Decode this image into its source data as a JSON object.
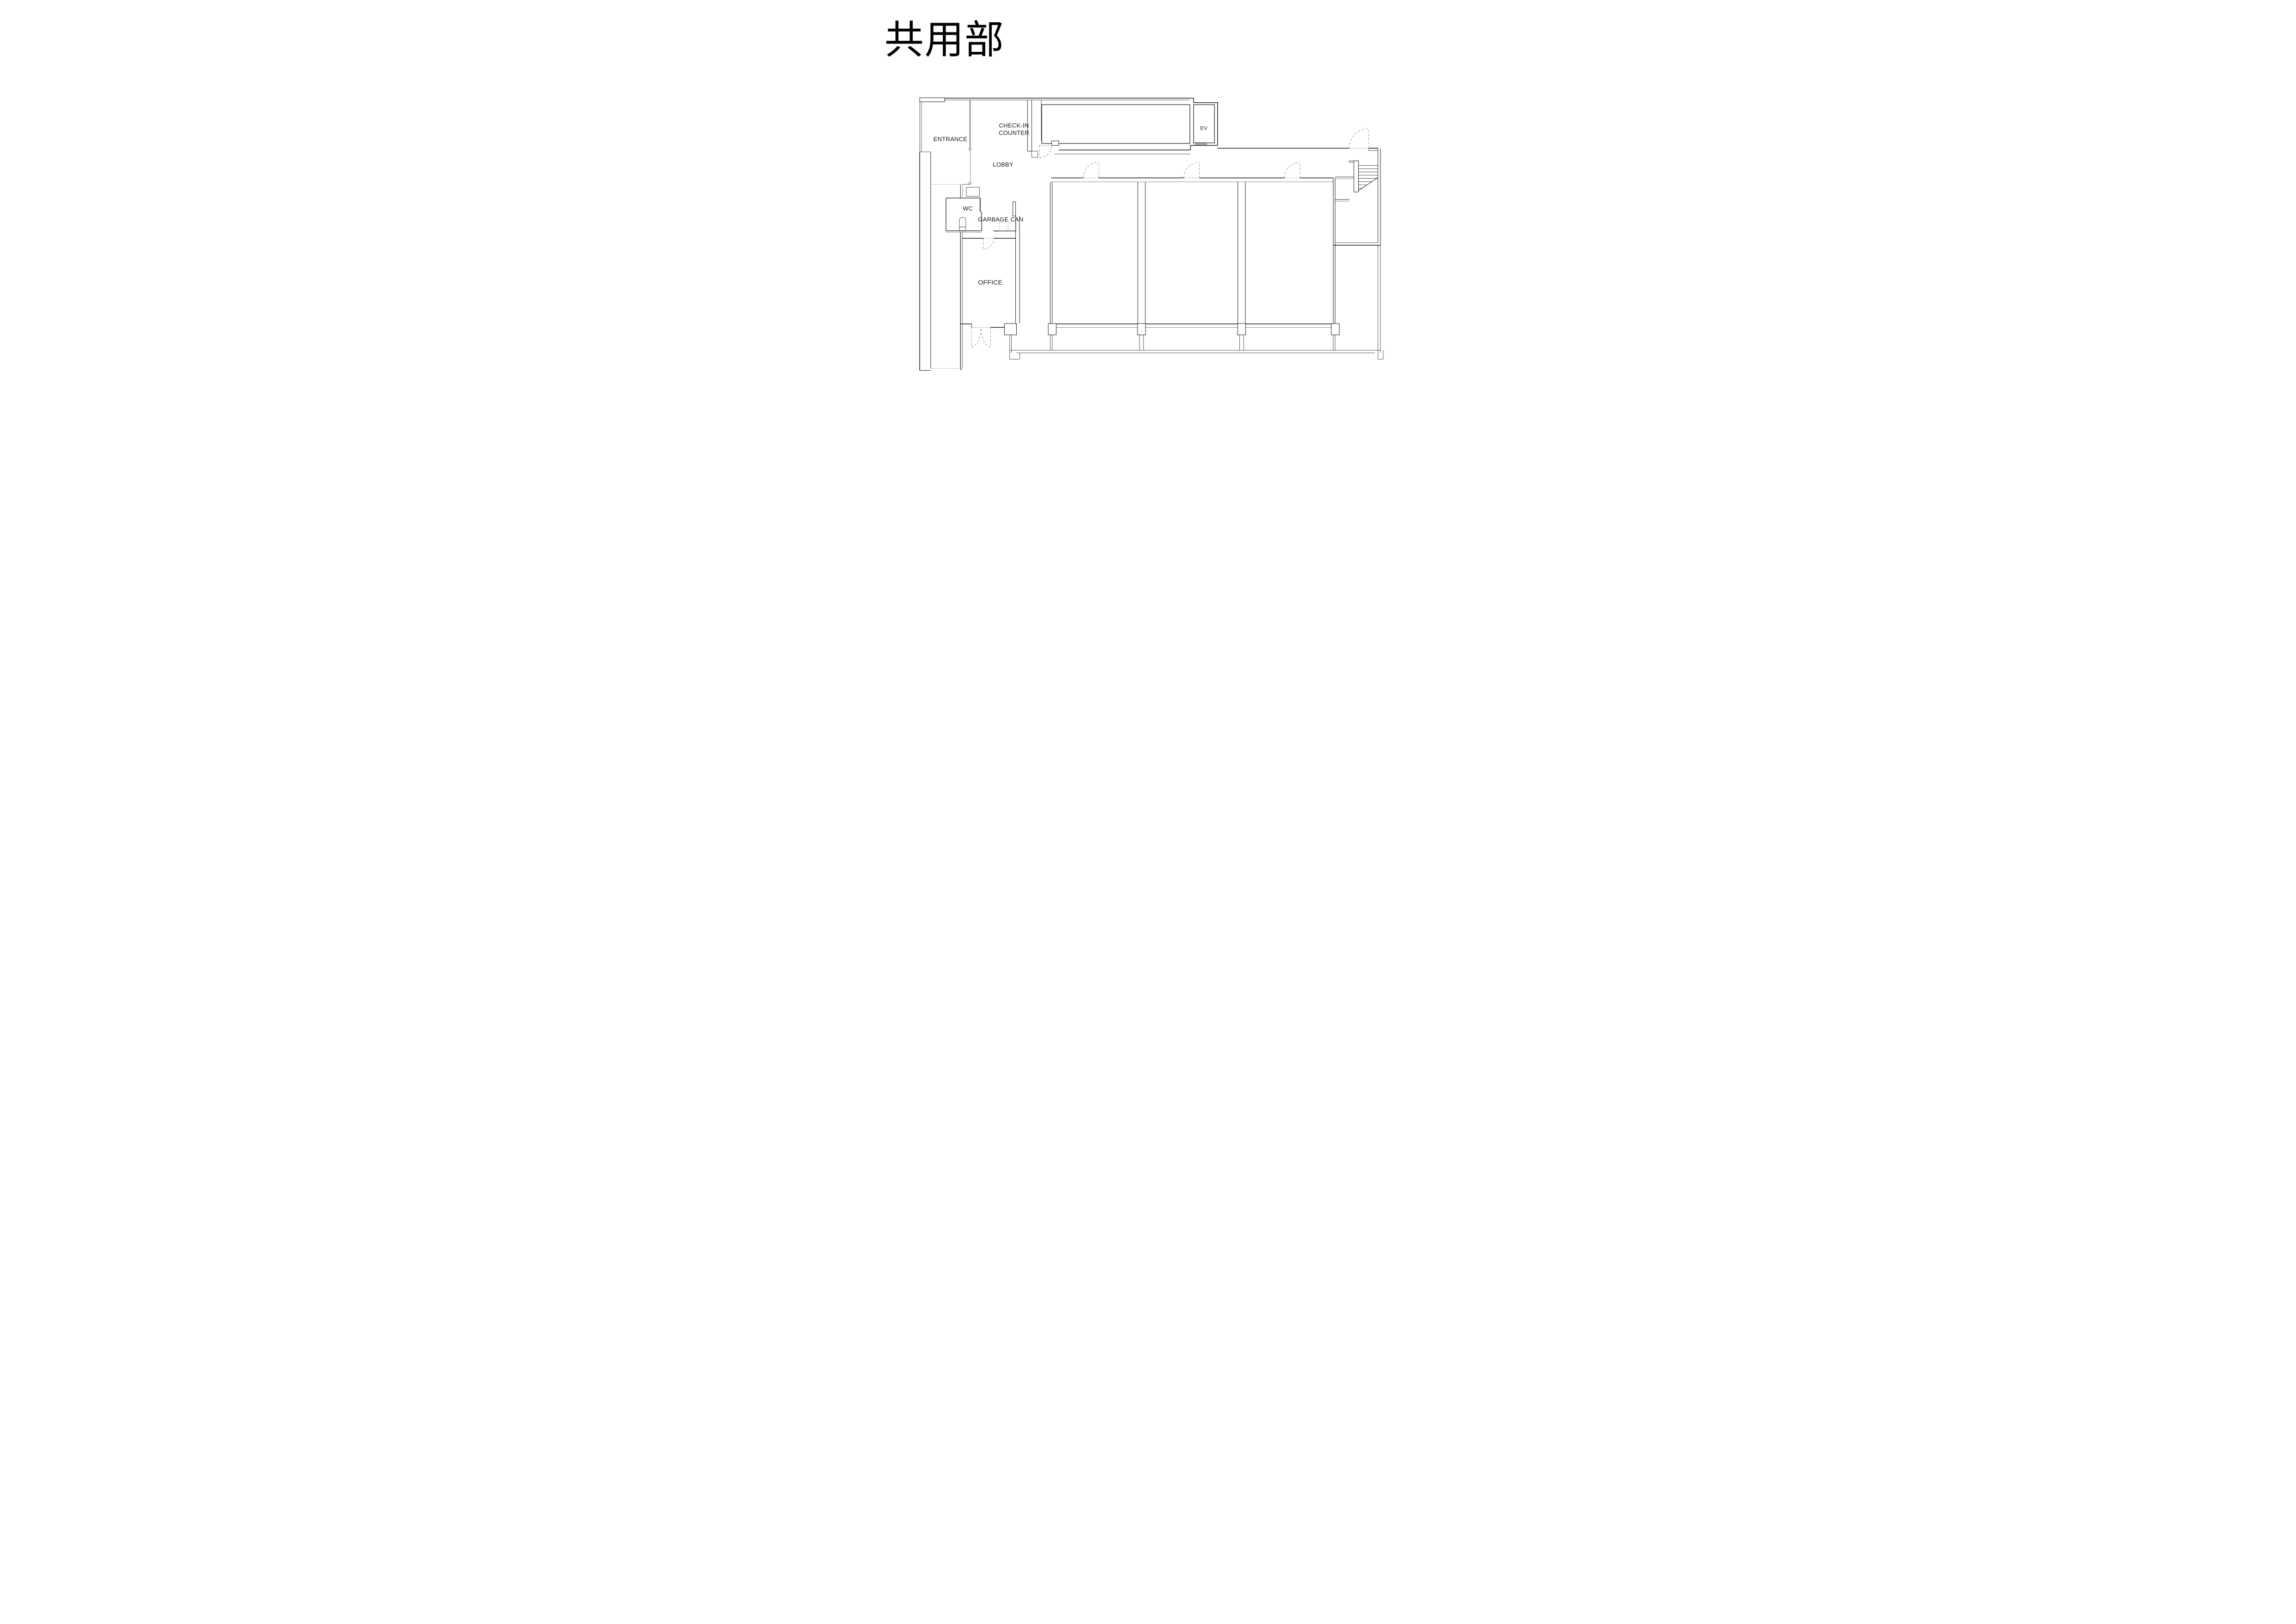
{
  "plan": {
    "title": "共用部",
    "labels": {
      "entrance": "ENTRANCE",
      "checkin_line1": "CHECK-IN",
      "checkin_line2": "COUNTER",
      "lobby": "LOBBY",
      "ev": "EV",
      "wc": "WC",
      "garbage": "GARBAGE CAN",
      "office": "OFFICE"
    },
    "colors": {
      "background": "#ffffff",
      "wall": "#1c1c1c",
      "door_dash": "#6e6e6e",
      "light_line": "#9a9a9a"
    }
  }
}
